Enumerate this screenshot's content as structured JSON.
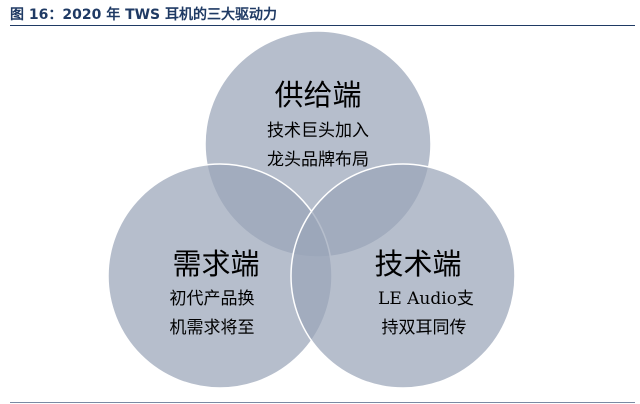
{
  "figure": {
    "title": "图 16：2020 年 TWS 耳机的三大驱动力"
  },
  "diagram": {
    "circles": [
      {
        "id": "supply",
        "heading": "供给端",
        "lines": [
          "技术巨头加入",
          "龙头品牌布局"
        ]
      },
      {
        "id": "demand",
        "heading": "需求端",
        "lines": [
          "初代产品换",
          "机需求将至"
        ]
      },
      {
        "id": "tech",
        "heading": "技术端",
        "lines": [
          "LE Audio支",
          "持双耳同传"
        ]
      }
    ],
    "colors": {
      "circle_fill": "#9aa5b8",
      "circle_stroke": "#ffffff",
      "title_color": "#1f3a64"
    }
  }
}
